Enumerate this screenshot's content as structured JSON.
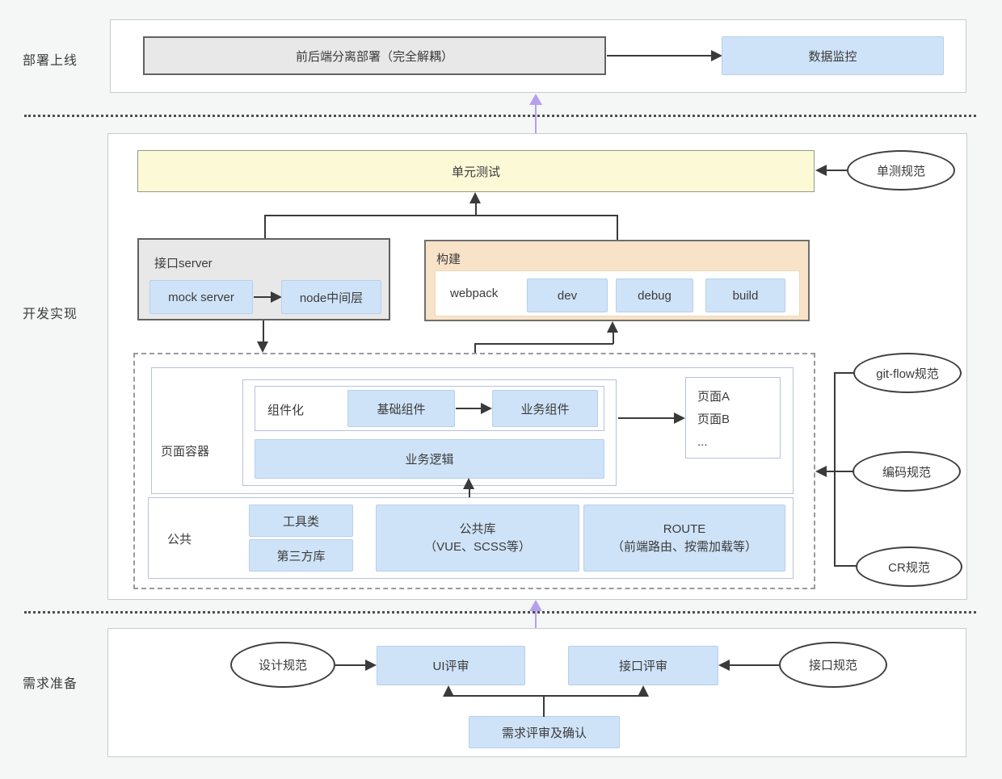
{
  "deploy": {
    "label": "部署上线",
    "separate_deploy": "前后端分离部署（完全解耦）",
    "data_monitor": "数据监控"
  },
  "develop": {
    "label": "开发实现",
    "unit_test": "单元测试",
    "unit_test_spec": "单测规范",
    "api_server": {
      "title": "接口server",
      "mock_server": "mock server",
      "node_layer": "node中间层"
    },
    "build": {
      "title": "构建",
      "webpack": "webpack",
      "modes": [
        "dev",
        "debug",
        "build"
      ]
    },
    "page_container": {
      "title": "页面容器",
      "componentization": "组件化",
      "base_component": "基础组件",
      "business_component": "业务组件",
      "business_logic": "业务逻辑",
      "pages": [
        "页面A",
        "页面B",
        "..."
      ]
    },
    "common": {
      "title": "公共",
      "utils": "工具类",
      "third_party": "第三方库",
      "common_lib_line1": "公共库",
      "common_lib_line2": "（VUE、SCSS等）",
      "route_line1": "ROUTE",
      "route_line2": "（前端路由、按需加载等）"
    },
    "specs": {
      "git_flow": "git-flow规范",
      "coding": "编码规范",
      "code_review": "CR规范"
    }
  },
  "requirement": {
    "label": "需求准备",
    "design_spec": "设计规范",
    "ui_review": "UI评审",
    "api_review": "接口评审",
    "api_spec": "接口规范",
    "requirement_confirm": "需求评审及确认"
  },
  "colors": {
    "page_bg": "#f5f6f6",
    "panel_bg": "#ffffff",
    "panel_border": "#c8ccd0",
    "blue_fill": "#cfe3f8",
    "blue_border": "#b6cfee",
    "yellow_fill": "#fbf9d6",
    "peach_fill": "#f8e3c8",
    "gray_fill": "#e8e8e8",
    "inner_border": "#b8c1dc",
    "dashed_border": "#9a9a9a",
    "line": "#3a3a3a",
    "purple_arrow": "#b4a0ee",
    "text": "#3b3b3b"
  }
}
